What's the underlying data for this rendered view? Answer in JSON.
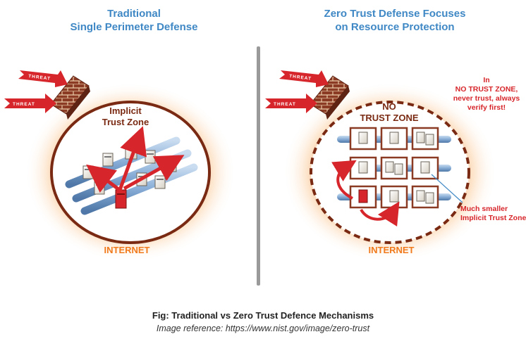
{
  "left_panel": {
    "title_line1": "Traditional",
    "title_line2": "Single Perimeter Defense",
    "threat_labels": [
      "THREAT",
      "THREAT"
    ],
    "zone_label_line1": "Implicit",
    "zone_label_line2": "Trust Zone",
    "internet_label": "INTERNET"
  },
  "right_panel": {
    "title_line1": "Zero Trust Defense Focuses",
    "title_line2": "on Resource Protection",
    "threat_labels": [
      "THREAT",
      "THREAT"
    ],
    "zone_label_line1": "NO",
    "zone_label_line2": "TRUST ZONE",
    "note_lines": [
      "In",
      "NO TRUST ZONE,",
      "never trust, always",
      "verify first!"
    ],
    "callout_line1": "Much smaller",
    "callout_line2": "Implicit Trust Zone",
    "internet_label": "INTERNET"
  },
  "caption": "Fig: Traditional vs Zero Trust Defence Mechanisms",
  "reference": "Image reference: https://www.nist.gov/image/zero-trust",
  "colors": {
    "title_blue": "#3f88c5",
    "threat_red": "#d7262b",
    "internet_orange": "#f07a1c",
    "zone_text": "#7a2a12",
    "brick": "#8b3a24",
    "pipe_blue": "#8fb3d9"
  }
}
